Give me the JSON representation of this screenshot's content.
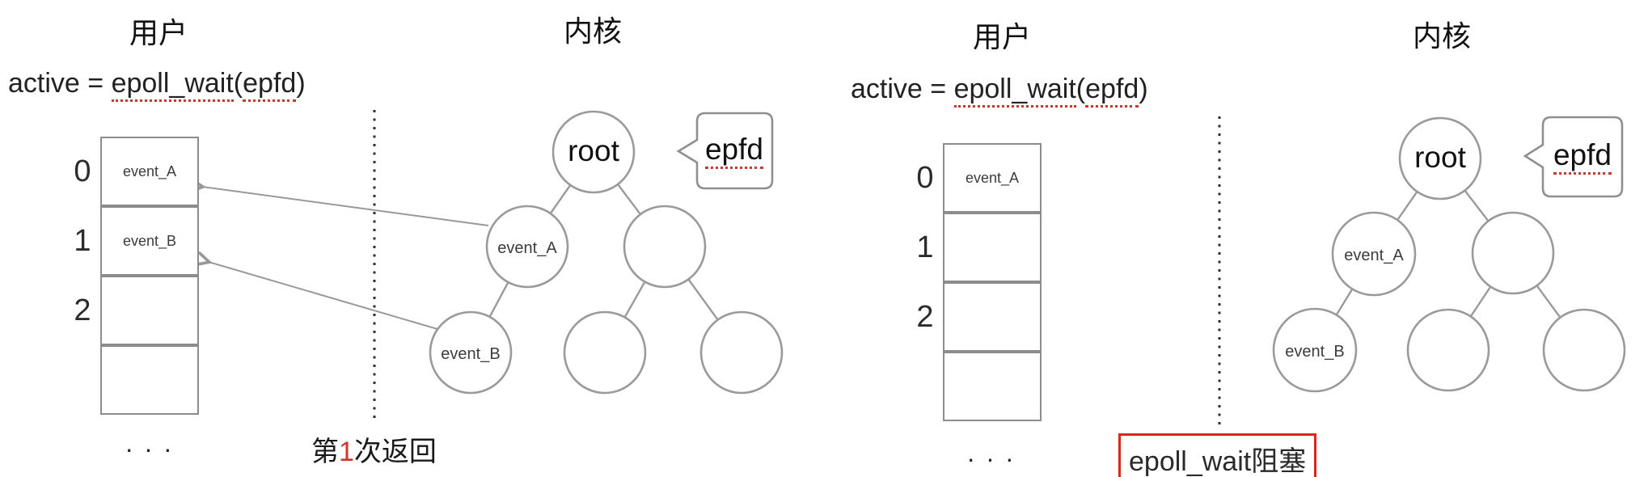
{
  "colors": {
    "red_accent": "#d0342c",
    "box_red": "#e0241b",
    "squiggle_red": "#c23b2e",
    "shape_stroke": "#9a9a9a",
    "text": "#1f1f1f"
  },
  "left": {
    "user_title": "用户",
    "kernel_title": "内核",
    "code": {
      "prefix": "active = ",
      "fn": "epoll_wait",
      "open": "(",
      "arg": "epfd",
      "close": ")"
    },
    "array": {
      "labels": [
        "0",
        "1",
        "2"
      ],
      "cells": [
        "event_A",
        "event_B",
        "",
        ""
      ],
      "ellipsis": ". . ."
    },
    "tree": {
      "root": "root",
      "node_a": "event_A",
      "node_b": "event_B",
      "epfd": "epfd"
    },
    "caption": {
      "pre": "第",
      "num": "1",
      "post": "次返回"
    }
  },
  "right": {
    "user_title": "用户",
    "kernel_title": "内核",
    "code": {
      "prefix": "active = ",
      "fn": "epoll_wait",
      "open": "(",
      "arg": "epfd",
      "close": ")"
    },
    "array": {
      "labels": [
        "0",
        "1",
        "2"
      ],
      "cells": [
        "event_A",
        "",
        "",
        ""
      ],
      "ellipsis": ". . ."
    },
    "tree": {
      "root": "root",
      "node_a": "event_A",
      "node_b": "event_B",
      "epfd": "epfd"
    },
    "caption": {
      "fn": "epoll_wait",
      "post": "阻塞"
    }
  }
}
